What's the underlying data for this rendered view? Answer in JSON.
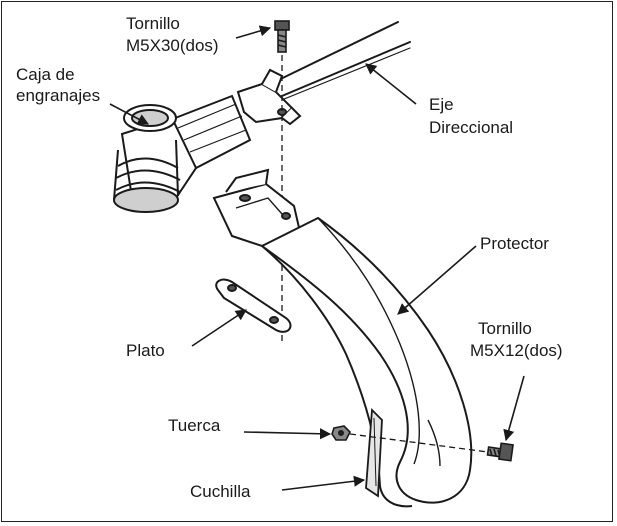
{
  "labels": {
    "screw_top_line1": "Tornillo",
    "screw_top_line2": "M5X30(dos)",
    "gearbox_line1": "Caja de",
    "gearbox_line2": "engranajes",
    "shaft_line1": "Eje",
    "shaft_line2": "Direccional",
    "protector": "Protector",
    "plate": "Plato",
    "screw_bottom_line1": "Tornillo",
    "screw_bottom_line2": "M5X12(dos)",
    "nut": "Tuerca",
    "blade": "Cuchilla"
  },
  "colors": {
    "line": "#1a1a1a",
    "part_fill": "#ffffff",
    "shade": "#cfcfcf",
    "dark": "#555555"
  }
}
